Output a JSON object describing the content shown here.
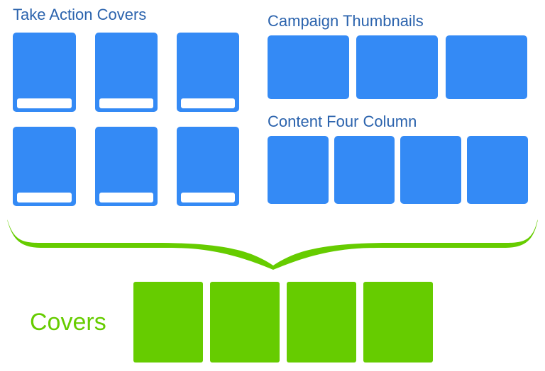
{
  "sections": {
    "take_action": {
      "title": "Take Action Covers"
    },
    "campaign": {
      "title": "Campaign Thumbnails"
    },
    "content_four": {
      "title": "Content Four Column"
    },
    "covers": {
      "title": "Covers"
    }
  },
  "colors": {
    "blue": "#348af5",
    "green": "#66cc00",
    "title": "#2b63ad"
  }
}
